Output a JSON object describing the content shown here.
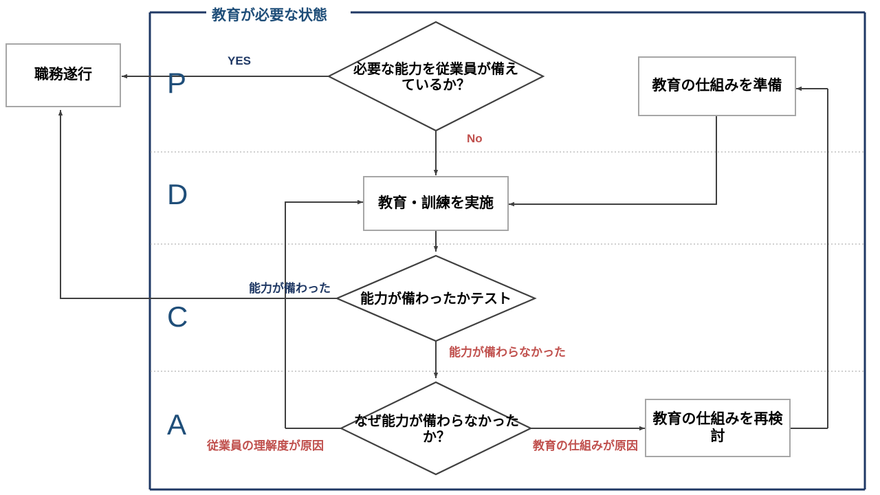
{
  "diagram": {
    "title": "教育が必要な状態",
    "phases": [
      {
        "id": "p",
        "letter": "P"
      },
      {
        "id": "d",
        "letter": "D"
      },
      {
        "id": "c",
        "letter": "C"
      },
      {
        "id": "a",
        "letter": "A"
      }
    ],
    "nodes": [
      {
        "id": "job",
        "shape": "process",
        "text": "職務遂行"
      },
      {
        "id": "have_skill",
        "shape": "decision",
        "text": "必要な能力を従業員が備えているか？"
      },
      {
        "id": "prepare",
        "shape": "process",
        "text": "教育の仕組みを準備"
      },
      {
        "id": "train",
        "shape": "process",
        "text": "教育・訓練を実施"
      },
      {
        "id": "test",
        "shape": "decision",
        "text": "能力が備わったかテスト"
      },
      {
        "id": "why",
        "shape": "decision",
        "text": "なぜ能力が備わらなかったか？"
      },
      {
        "id": "rethink",
        "shape": "process",
        "text": "教育の仕組みを再検討"
      }
    ],
    "edge_labels": [
      {
        "id": "yes",
        "text": "YES",
        "color": "blue"
      },
      {
        "id": "no",
        "text": "No",
        "color": "red"
      },
      {
        "id": "skill_gained",
        "text": "能力が備わった",
        "color": "blue"
      },
      {
        "id": "skill_not",
        "text": "能力が備わらなかった",
        "color": "red"
      },
      {
        "id": "cause_employee",
        "text": "従業員の理解度が原因",
        "color": "red"
      },
      {
        "id": "cause_system",
        "text": "教育の仕組みが原因",
        "color": "red"
      }
    ],
    "colors": {
      "frame": "#1f3864",
      "accent_blue": "#1f4e79",
      "label_blue": "#1f3864",
      "label_red": "#c0504d",
      "connector": "#404040",
      "box_border": "#a6a6a6",
      "divider": "#bfbfbf"
    }
  }
}
